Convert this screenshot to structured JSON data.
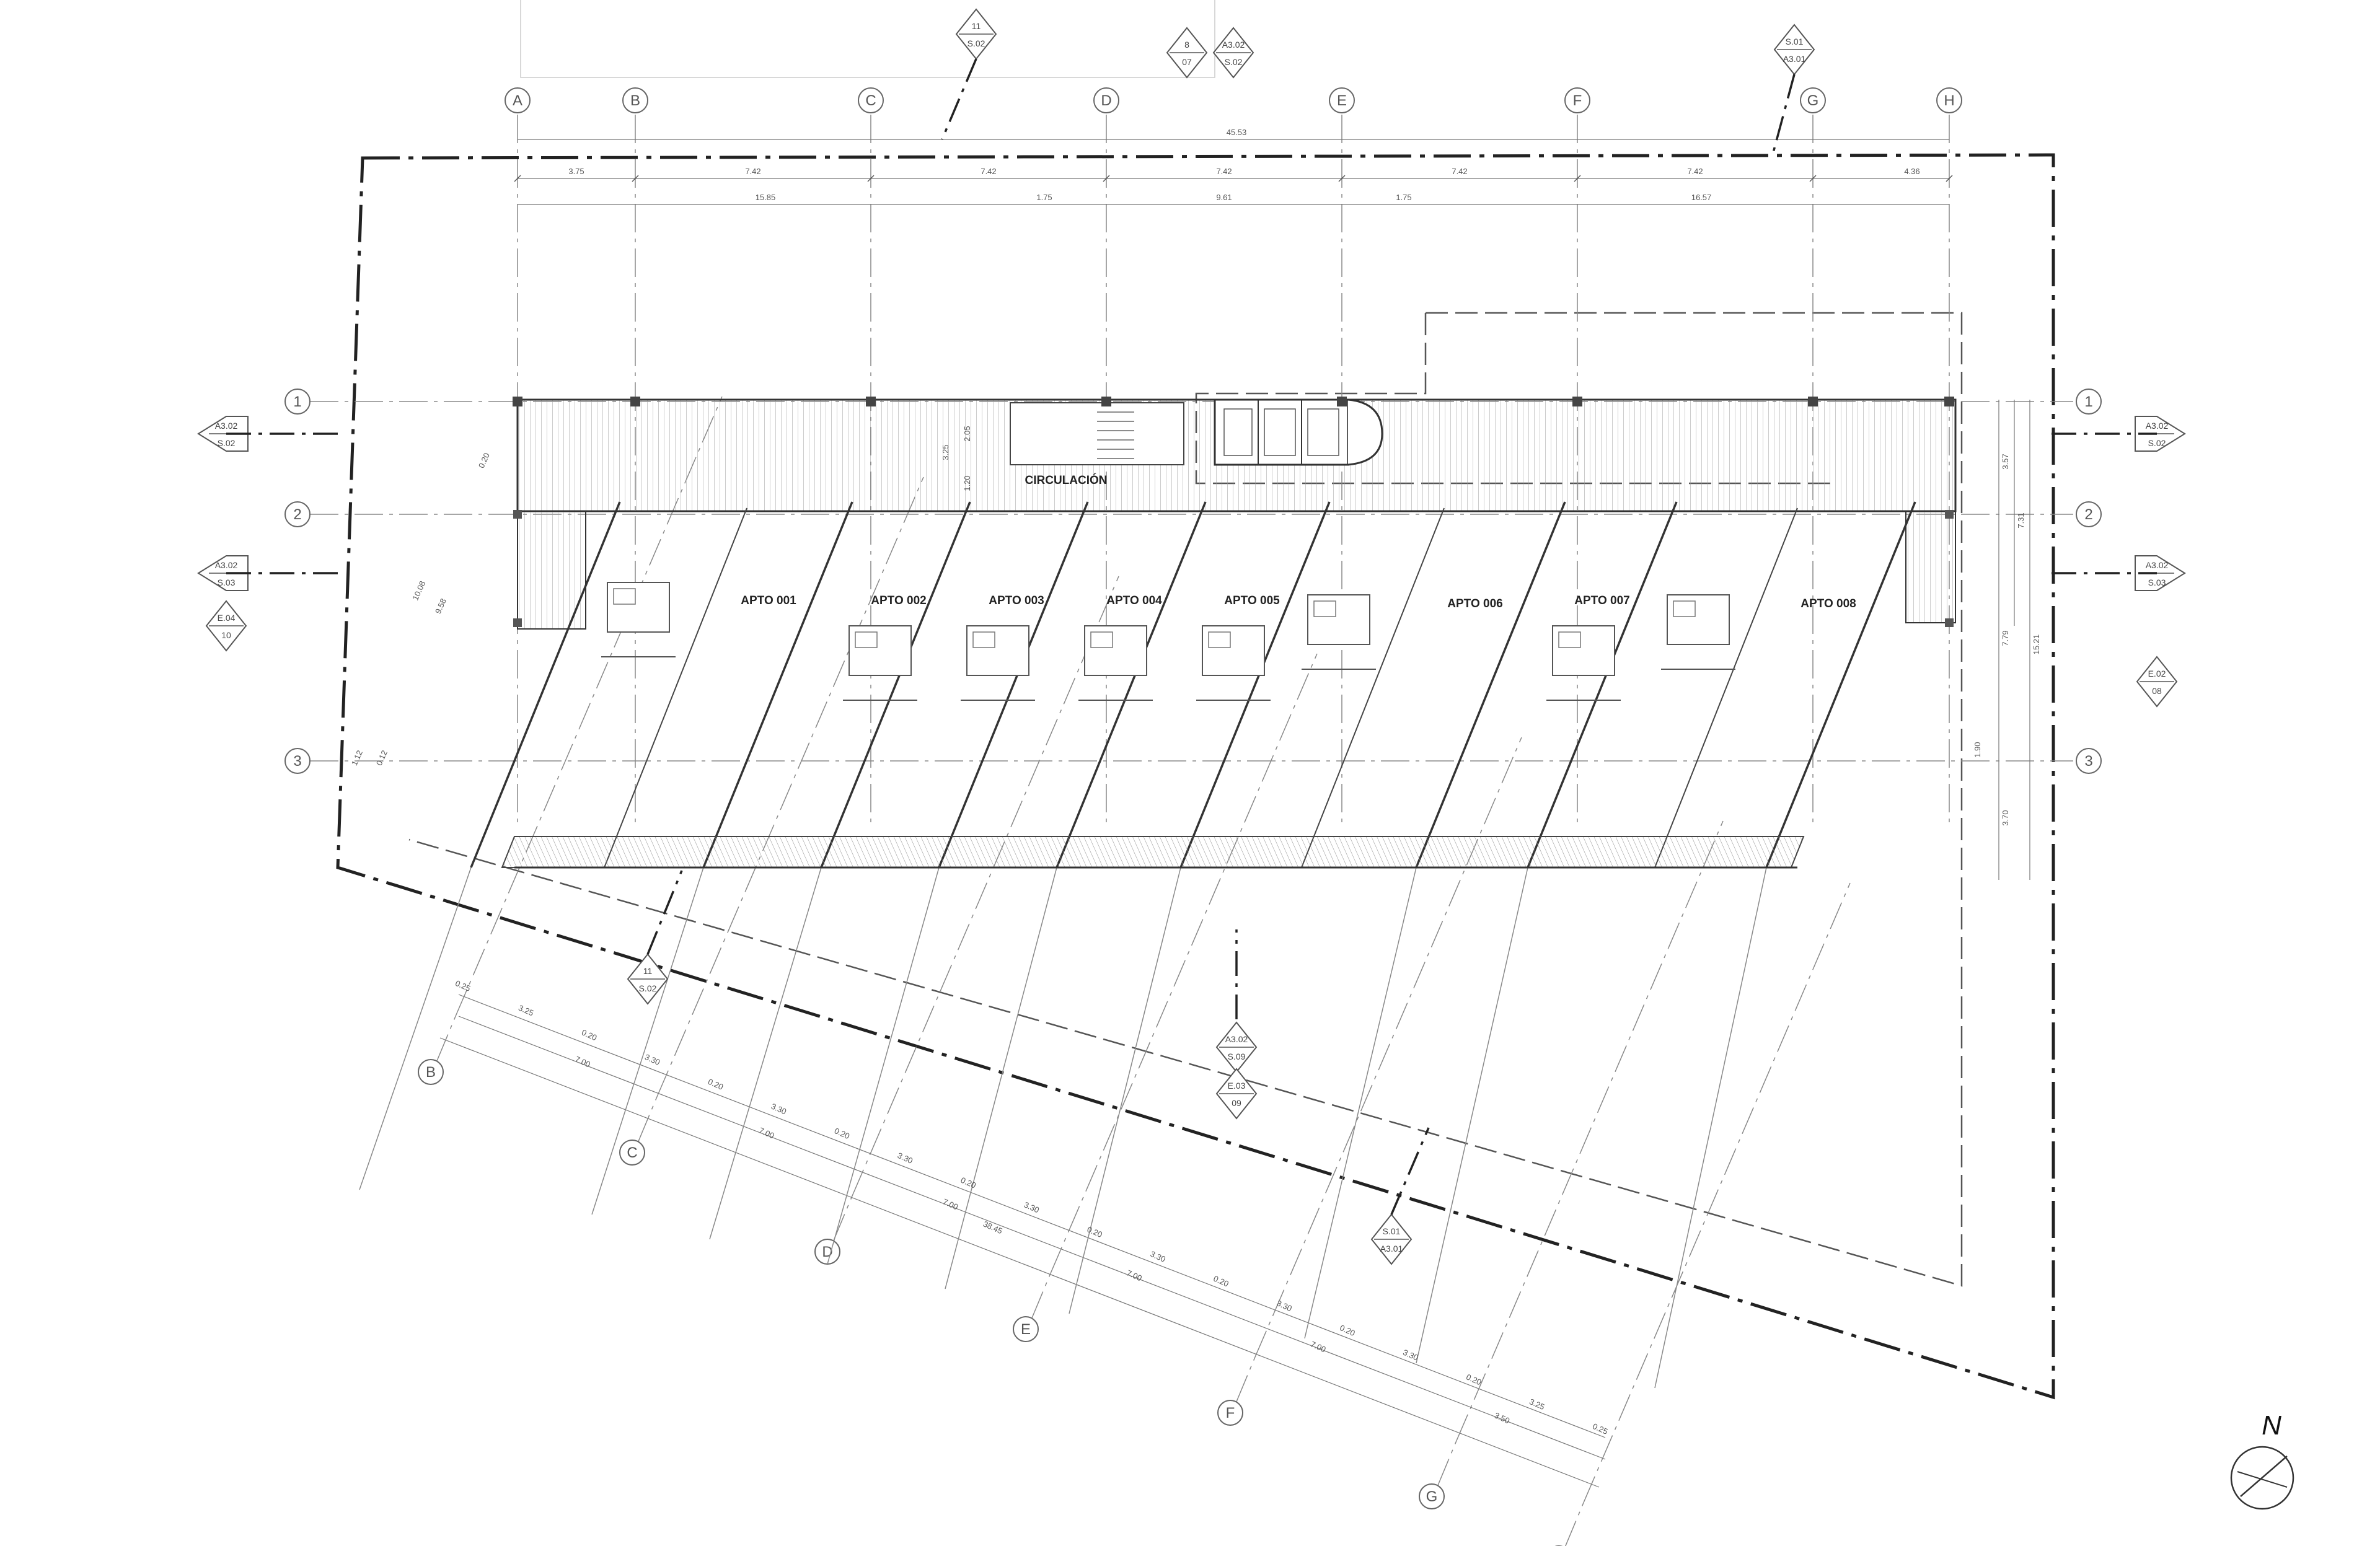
{
  "grid": {
    "columns": [
      "A",
      "B",
      "C",
      "D",
      "E",
      "F",
      "G",
      "H"
    ],
    "rows": [
      "1",
      "2",
      "3"
    ],
    "rotated_columns": [
      "B",
      "C",
      "D",
      "E",
      "F",
      "G",
      "H"
    ]
  },
  "rooms": {
    "circulation": "CIRCULACIÓN",
    "units": [
      "APTO 001",
      "APTO 002",
      "APTO 003",
      "APTO 004",
      "APTO 005",
      "APTO 006",
      "APTO 007",
      "APTO 008"
    ]
  },
  "dimensions": {
    "overall": "45.53",
    "bays": [
      "3.75",
      "7.42",
      "7.42",
      "7.42",
      "7.42",
      "7.42",
      "4.36"
    ],
    "second_row": [
      "15.85",
      "1.75",
      "9.61",
      "1.75",
      "16.57"
    ],
    "right_side": [
      "3.57",
      "7.31",
      "15.21",
      "7.79",
      "1.90",
      "3.70"
    ],
    "stair": [
      "3.25",
      "2.05",
      "1.20"
    ],
    "left_side": [
      "10.08",
      "9.58",
      "0.20",
      "1.12",
      "0.12"
    ],
    "diagonal_row1": [
      "0.25",
      "3.25",
      "0.20",
      "3.30",
      "0.20",
      "3.30",
      "0.20",
      "3.30",
      "0.20",
      "3.30",
      "0.20",
      "3.30",
      "0.20",
      "3.30",
      "0.20",
      "3.30",
      "0.20",
      "3.25",
      "0.25"
    ],
    "diagonal_row2": [
      "7.00",
      "7.00",
      "7.00",
      "7.00",
      "7.00",
      "3.50"
    ],
    "diagonal_total": "38.45"
  },
  "tags": {
    "left": [
      {
        "top": "A3.02",
        "bottom": "S.02"
      },
      {
        "top": "A3.02",
        "bottom": "S.03"
      },
      {
        "top": "E.04",
        "bottom": "10"
      }
    ],
    "right": [
      {
        "top": "A3.02",
        "bottom": "S.02"
      },
      {
        "top": "A3.02",
        "bottom": "S.03"
      },
      {
        "top": "E.02",
        "bottom": "08"
      }
    ],
    "top": [
      {
        "top": "11",
        "bottom": "S.02"
      },
      {
        "top": "8",
        "bottom": "07"
      },
      {
        "top": "A3.02",
        "bottom": "S.02"
      },
      {
        "top": "S.01",
        "bottom": "A3.01"
      }
    ],
    "bottom": [
      {
        "top": "11",
        "bottom": "S.02"
      },
      {
        "top": "A3.02",
        "bottom": "S.09"
      },
      {
        "top": "E.03",
        "bottom": "09"
      },
      {
        "top": "S.01",
        "bottom": "A3.01"
      }
    ]
  },
  "north": "N",
  "colors": {
    "line": "#555555",
    "heavy": "#222222",
    "light": "#aaaaaa"
  }
}
